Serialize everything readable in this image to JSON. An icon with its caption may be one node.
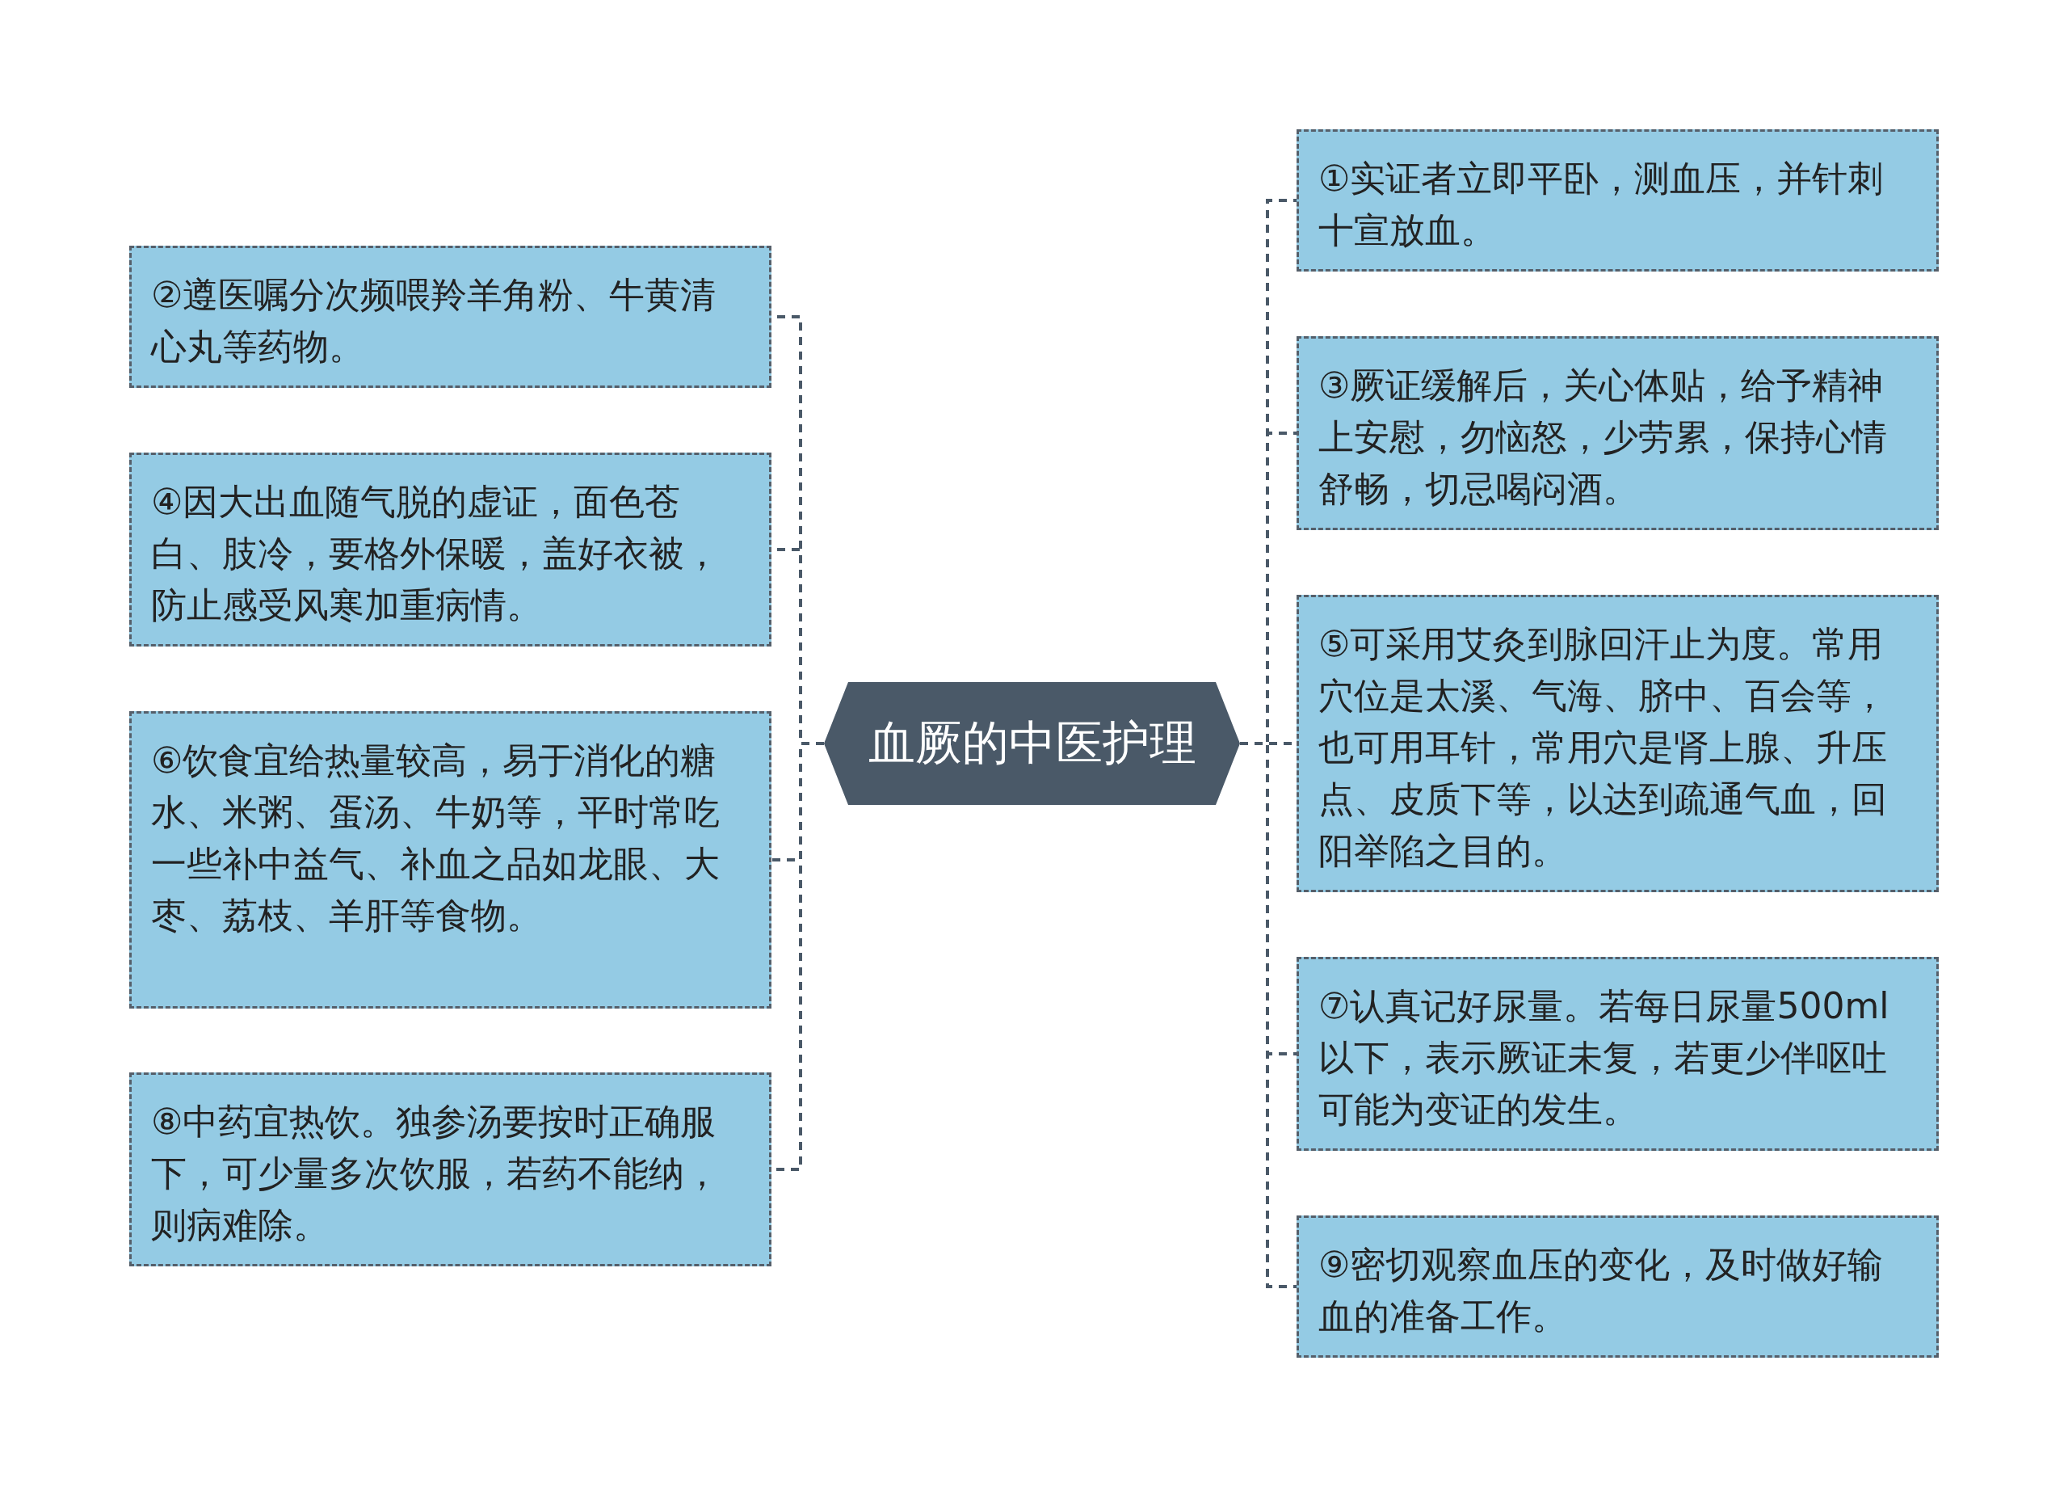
{
  "diagram": {
    "nodes": [
      {
        "text": [
          "血厥的中医护理"
        ]
      },
      {
        "text": [
          "①实证者立即平卧，测血压，并针刺十宣放血。"
        ]
      },
      {
        "text": [
          "②遵医嘱分次频喂羚羊角粉、牛黄清心丸等药物。"
        ]
      },
      {
        "text": [
          "③厥证缓解后，关心体贴，给予精神上安慰，勿恼怒，少劳累，保持心情舒畅，切忌喝闷酒。"
        ]
      },
      {
        "text": [
          "④因大出血随气脱的虚证，面色苍白、肢冷，要格外保暖，盖好衣被，防止感受风寒加重病情。"
        ]
      },
      {
        "text": [
          "⑤可采用艾灸到脉回汗止为度。常用穴位是太溪、气海、脐中、百会等，也可用耳针，常用穴是肾上腺、升压点、皮质下等，以达到疏通气血，回阳举陷之目的。"
        ]
      },
      {
        "text": [
          "⑥饮食宜给热量较高，易于消化的糖水、米粥、蛋汤、牛奶等，平时常吃一些补中益气、补血之品如龙眼、大枣、荔枝、羊肝等食物。"
        ]
      },
      {
        "text": [
          "⑦认真记好尿量。若每日尿量500ml以下，表示厥证未复，若更少伴呕吐可能为变证的发生。"
        ]
      },
      {
        "text": [
          "⑧中药宜热饮。独参汤要按时正确服下，可少量多次饮服，若药不能纳，则病难除。"
        ]
      },
      {
        "text": [
          "⑨密切观察血压的变化，及时做好输血的准备工作。"
        ]
      }
    ],
    "edges": [
      {
        "from": 0,
        "to": 1,
        "arrow": "none"
      },
      {
        "from": 0,
        "to": 2,
        "arrow": "none"
      },
      {
        "from": 0,
        "to": 3,
        "arrow": "none"
      },
      {
        "from": 0,
        "to": 4,
        "arrow": "none"
      },
      {
        "from": 0,
        "to": 5,
        "arrow": "none"
      },
      {
        "from": 0,
        "to": 6,
        "arrow": "none"
      },
      {
        "from": 0,
        "to": 7,
        "arrow": "none"
      },
      {
        "from": 0,
        "to": 8,
        "arrow": "none"
      },
      {
        "from": 0,
        "to": 9,
        "arrow": "none"
      }
    ]
  }
}
